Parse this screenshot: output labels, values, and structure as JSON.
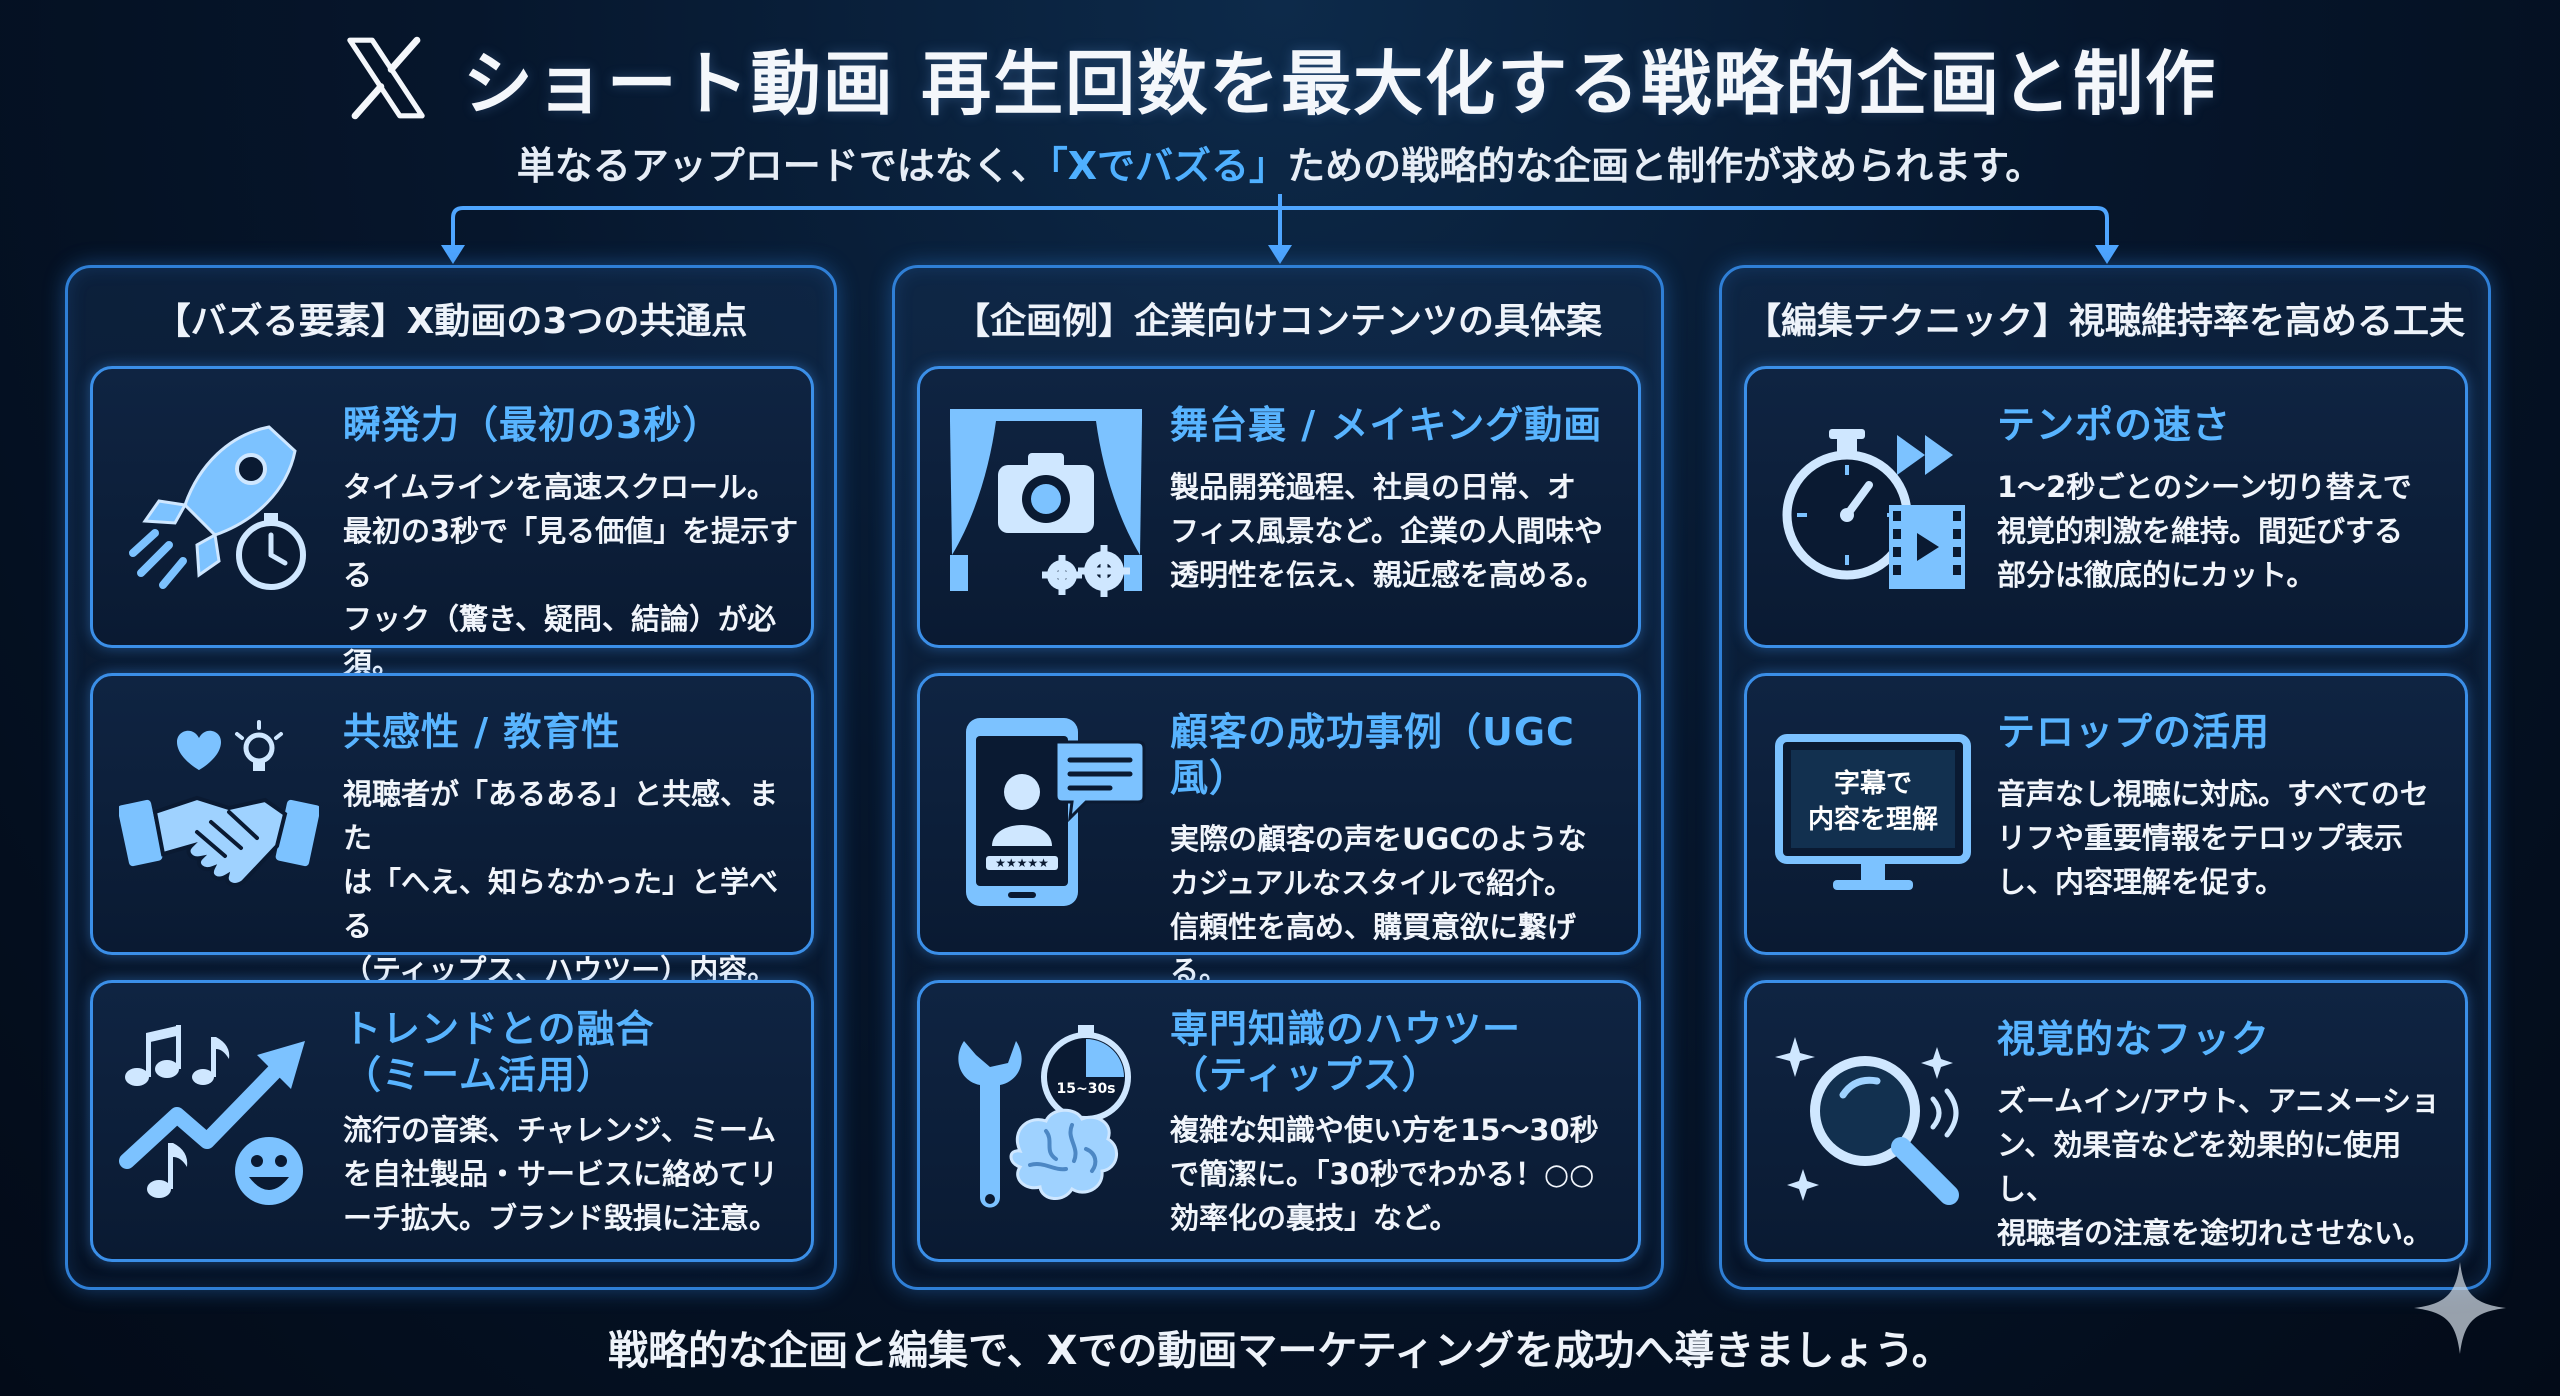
{
  "header": {
    "title": "ショート動画 再生回数を最大化する戦略的企画と制作",
    "subtitle_before": "単なるアップロードではなく、",
    "subtitle_highlight": "「Xでバズる」",
    "subtitle_after": "ための戦略的な企画と制作が求められます。"
  },
  "columns": [
    {
      "title": "【バズる要素】X動画の3つの共通点",
      "cards": [
        {
          "heading": "瞬発力（最初の3秒）",
          "body": "タイムラインを高速スクロール。\n最初の3秒で「見る価値」を提示する\nフック（驚き、疑問、結論）が必須。",
          "icon": "rocket-stopwatch-icon"
        },
        {
          "heading": "共感性 / 教育性",
          "body": "視聴者が「あるある」と共感、また\nは「へえ、知らなかった」と学べる\n（ティップス、ハウツー）内容。",
          "icon": "handshake-heart-icon"
        },
        {
          "heading": "トレンドとの融合\n（ミーム活用）",
          "body": "流行の音楽、チャレンジ、ミーム\nを自社製品・サービスに絡めてリ\nーチ拡大。ブランド毀損に注意。",
          "icon": "trend-music-icon"
        }
      ]
    },
    {
      "title": "【企画例】企業向けコンテンツの具体案",
      "cards": [
        {
          "heading": "舞台裏 / メイキング動画",
          "body": "製品開発過程、社員の日常、オ\nフィス風景など。企業の人間味や\n透明性を伝え、親近感を高める。",
          "icon": "camera-stage-icon"
        },
        {
          "heading": "顧客の成功事例（UGC風）",
          "body": "実際の顧客の声をUGCのような\nカジュアルなスタイルで紹介。\n信頼性を高め、購買意欲に繋げる。",
          "icon": "phone-review-icon"
        },
        {
          "heading": "専門知識のハウツー\n（ティップス）",
          "body": "複雑な知識や使い方を15〜30秒\nで簡潔に。「30秒でわかる！○○\n効率化の裏技」など。",
          "icon": "wrench-brain-timer-icon"
        }
      ]
    },
    {
      "title": "【編集テクニック】視聴維持率を高める工夫",
      "cards": [
        {
          "heading": "テンポの速さ",
          "body": "1〜2秒ごとのシーン切り替えで\n視覚的刺激を維持。間延びする\n部分は徹底的にカット。",
          "icon": "stopwatch-forward-icon"
        },
        {
          "heading": "テロップの活用",
          "body": "音声なし視聴に対応。すべてのセ\nリフや重要情報をテロップ表示\nし、内容理解を促す。",
          "icon": "monitor-caption-icon"
        },
        {
          "heading": "視覚的なフック",
          "body": "ズームイン/アウト、アニメーショ\nン、効果音などを効果的に使用し、\n視聴者の注意を途切れさせない。",
          "icon": "magnifier-sparkle-icon"
        }
      ]
    }
  ],
  "icon_labels": {
    "timer_label": "15~30s",
    "caption_line1": "字幕で",
    "caption_line2": "内容を理解"
  },
  "footer": "戦略的な企画と編集で、Xでの動画マーケティングを成功へ導きましょう。",
  "colors": {
    "accent": "#58b4ff",
    "border": "#3b8fe8",
    "background": "#06162c"
  }
}
